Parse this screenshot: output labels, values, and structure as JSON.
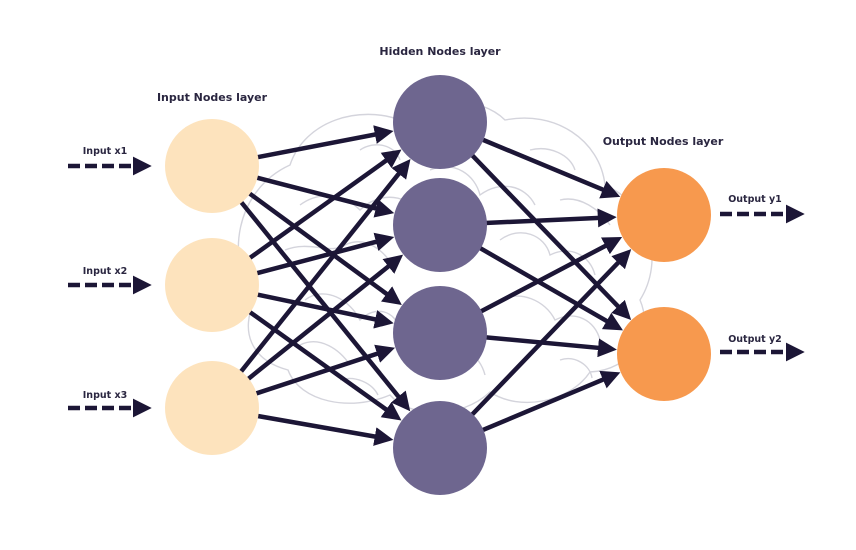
{
  "labels": {
    "input_layer": "Input Nodes layer",
    "hidden_layer": "Hidden Nodes layer",
    "output_layer": "Output Nodes layer"
  },
  "inputs": [
    {
      "label": "Input x1"
    },
    {
      "label": "Input x2"
    },
    {
      "label": "Input x3"
    }
  ],
  "hidden_count": 4,
  "outputs": [
    {
      "label": "Output y1"
    },
    {
      "label": "Output y2"
    }
  ],
  "colors": {
    "input_node": "#fde3bd",
    "hidden_node": "#6e668f",
    "output_node": "#f7994e",
    "edge": "#1c1636",
    "text": "#2a2640",
    "brain_outline": "#d4d4dc"
  },
  "background_icon": "brain-outline"
}
